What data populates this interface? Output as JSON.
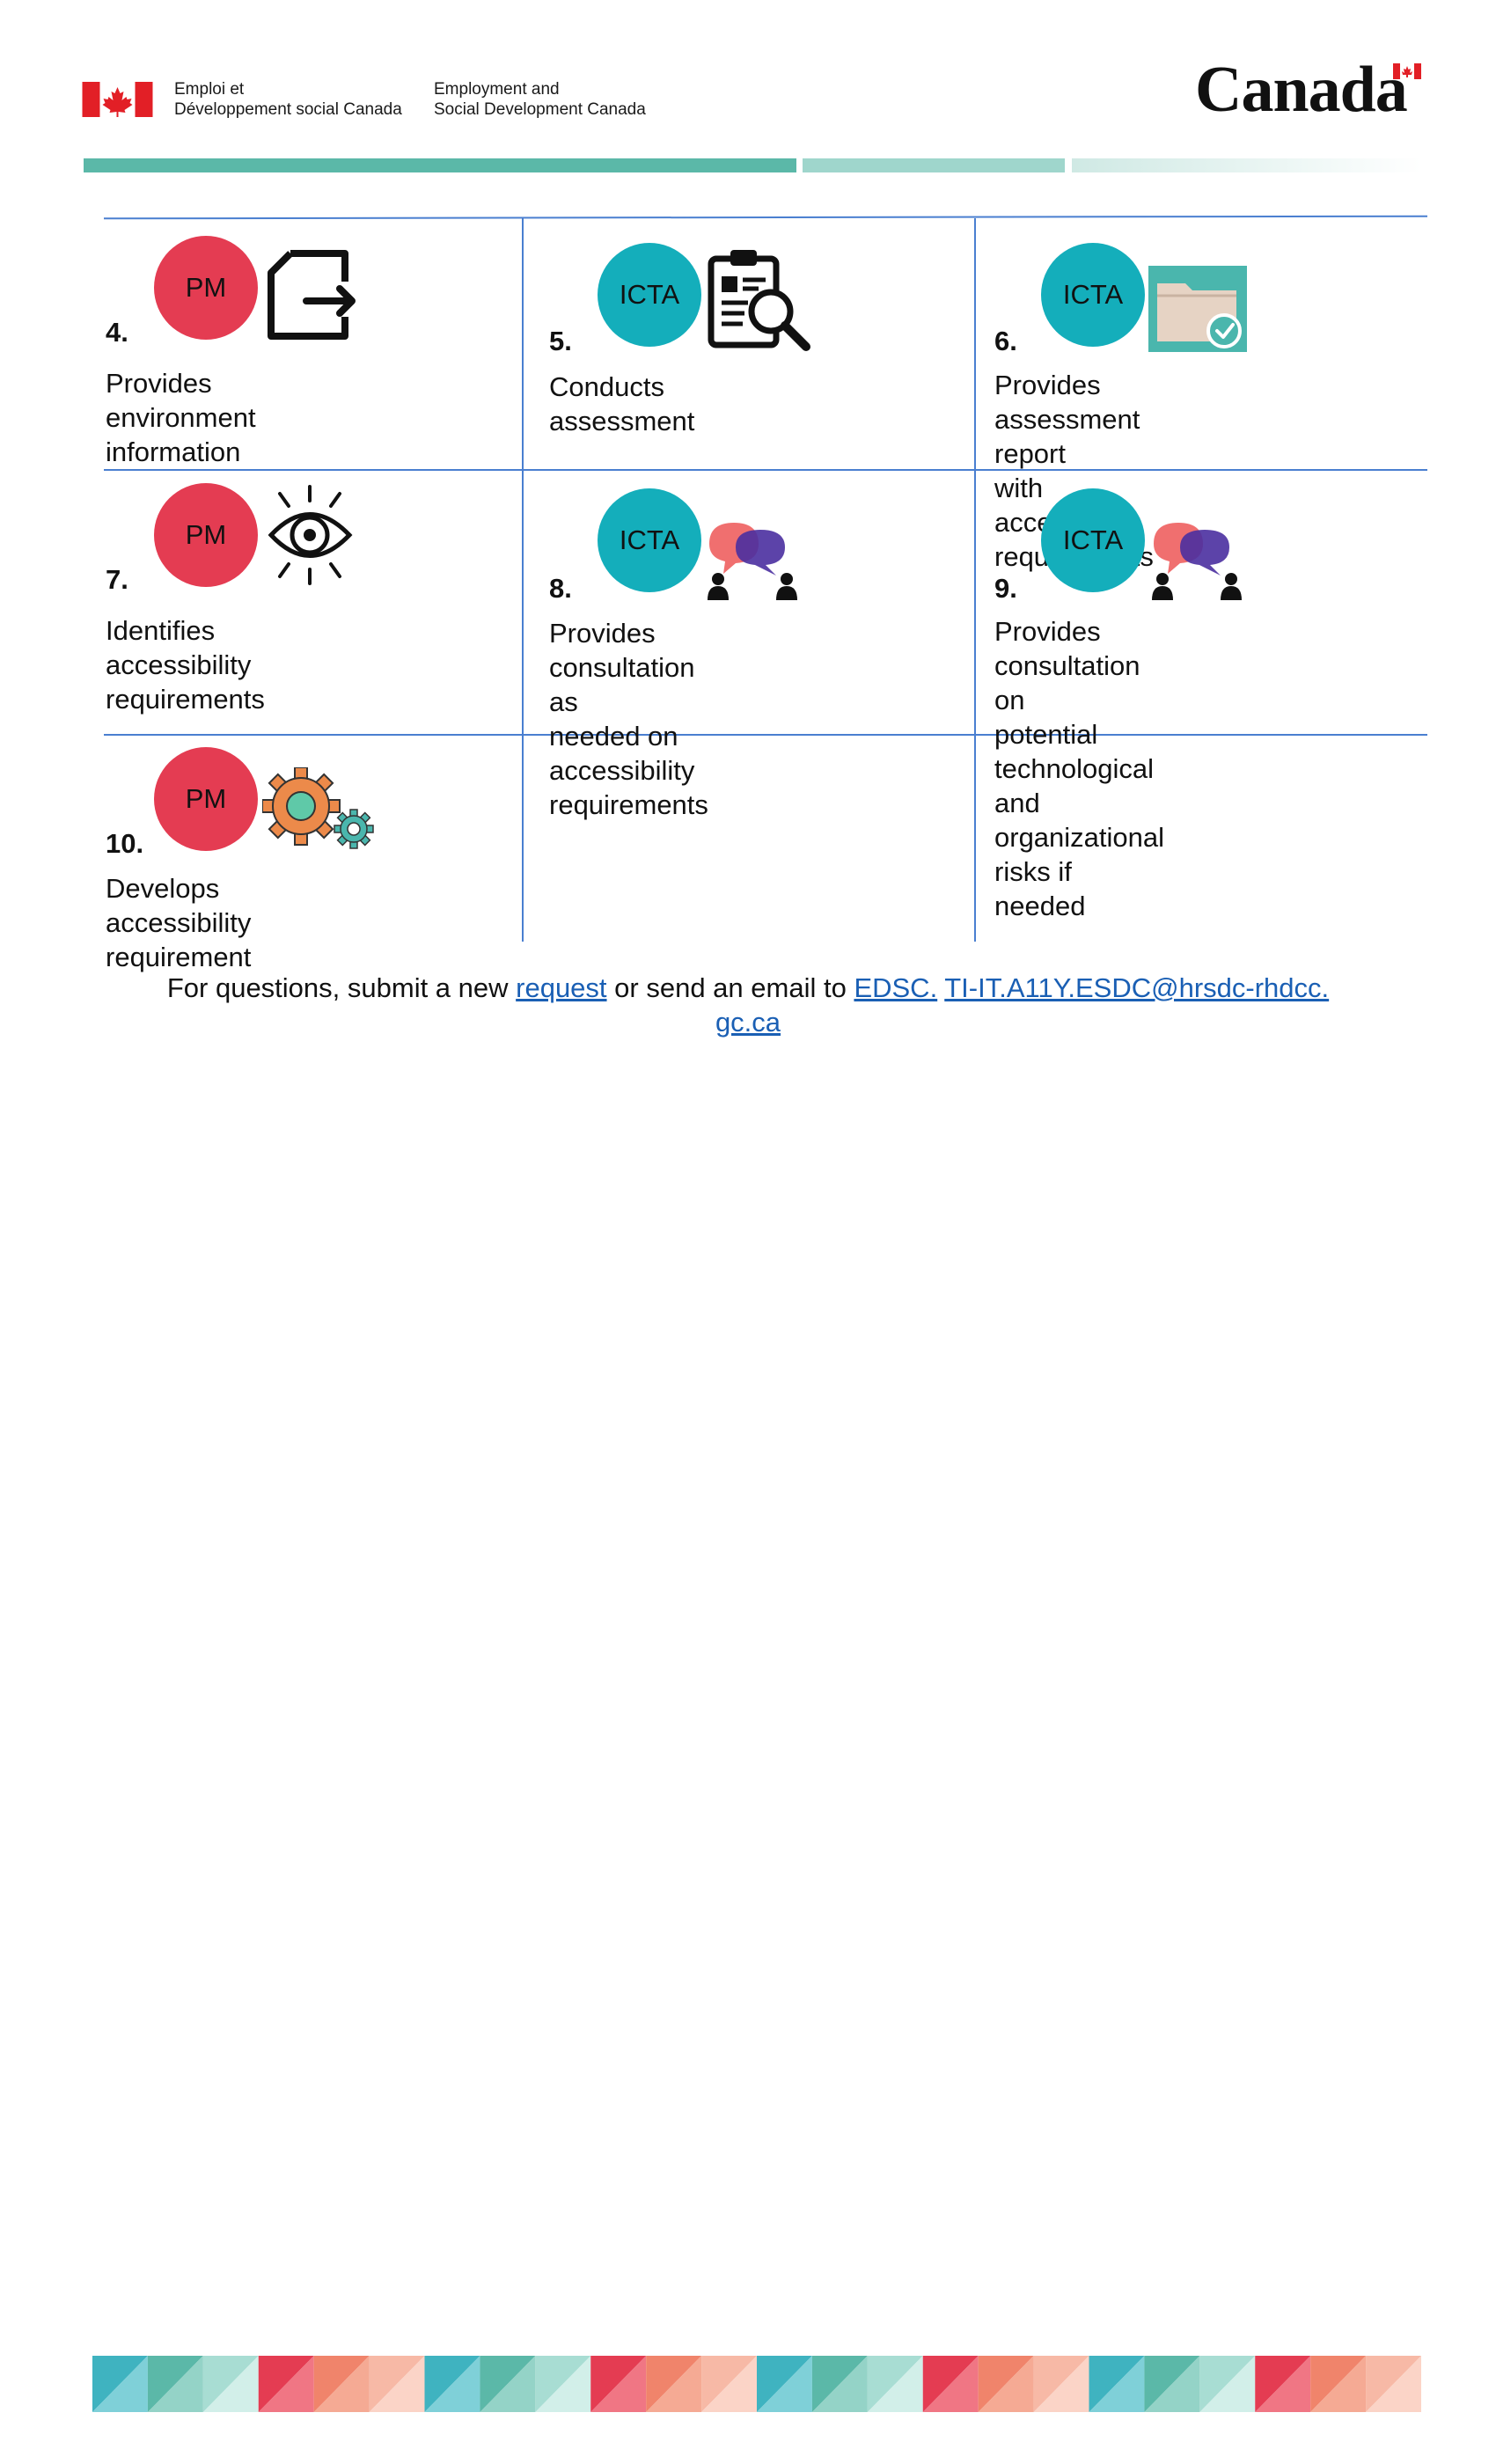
{
  "header": {
    "dept_fr": "Emploi et\nDéveloppement social Canada",
    "dept_en": "Employment and\nSocial Development Canada",
    "wordmark": "Canada"
  },
  "colors": {
    "pm": "#e43c52",
    "icta": "#14aebb",
    "grid_line": "#4a7fd0",
    "link": "#1a5fb4",
    "band_dark": "#5bb8a8",
    "band_mid": "#9fd6cc"
  },
  "steps": [
    {
      "number": "4.",
      "role": "PM",
      "icon": "document-export-icon",
      "text": "Provides environment\ninformation"
    },
    {
      "number": "5.",
      "role": "ICTA",
      "icon": "clipboard-search-icon",
      "text": "Conducts assessment"
    },
    {
      "number": "6.",
      "role": "ICTA",
      "icon": "folder-check-icon",
      "text": "Provides assessment report\nwith accessibility requirements"
    },
    {
      "number": "7.",
      "role": "PM",
      "icon": "eye-icon",
      "text": "Identifies accessibility\nrequirements"
    },
    {
      "number": "8.",
      "role": "ICTA",
      "icon": "consultation-icon",
      "text": "Provides consultation as\nneeded on accessibility\nrequirements"
    },
    {
      "number": "9.",
      "role": "ICTA",
      "icon": "consultation-icon",
      "text": "Provides consultation on\npotential technological and\norganizational risks if needed"
    },
    {
      "number": "10.",
      "role": "PM",
      "icon": "gears-icon",
      "text": "Develops accessibility\nrequirement"
    }
  ],
  "contact": {
    "prefix": "For questions, submit a new ",
    "request_link": "request",
    "middle": " or send an email to ",
    "email_part1": "EDSC.",
    "email_part2": "TI-IT.A11Y.ESDC@hrsdc-rhdcc.",
    "email_part3": "gc.ca"
  }
}
